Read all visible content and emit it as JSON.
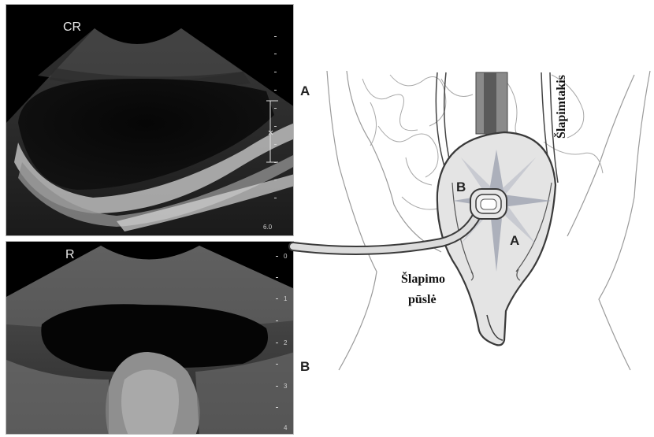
{
  "scan_a": {
    "label": "CR",
    "depth": "6.0",
    "panel_letter": "A"
  },
  "scan_b": {
    "label": "R",
    "ticks": [
      "0",
      "1",
      "2",
      "3",
      "4"
    ],
    "panel_letter": "B"
  },
  "diagram": {
    "ureter_label": "Šlapimtakis",
    "bladder_label_line1": "Šlapimo",
    "bladder_label_line2": "pūslė",
    "probe_marker_b": "B",
    "probe_marker_a": "A"
  },
  "colors": {
    "scan_background": "#000000",
    "bladder_fill": "#e4e4e4",
    "outline": "#3a3a3a",
    "anatomy_lines": "#9a9a9a"
  }
}
